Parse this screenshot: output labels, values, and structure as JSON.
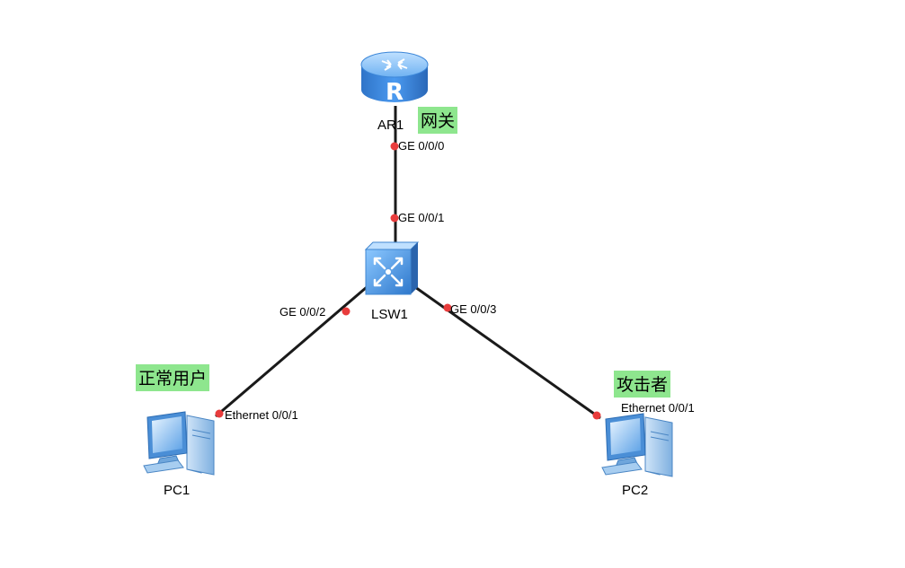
{
  "devices": {
    "router": {
      "label": "AR1",
      "tag": "网关"
    },
    "switch": {
      "label": "LSW1"
    },
    "pc1": {
      "label": "PC1",
      "tag": "正常用户"
    },
    "pc2": {
      "label": "PC2",
      "tag": "攻击者"
    }
  },
  "ports": {
    "ar1_ge000": "GE 0/0/0",
    "lsw1_ge001": "GE 0/0/1",
    "lsw1_ge002": "GE 0/0/2",
    "lsw1_ge003": "GE 0/0/3",
    "pc1_eth001": "Ethernet 0/0/1",
    "pc2_eth001": "Ethernet 0/0/1"
  },
  "colors": {
    "link": "#1a1a1a",
    "port_dot": "#e83c3c",
    "tag_bg": "#8ee68e",
    "device_blue": "#3a8ee0"
  },
  "icons": {
    "router": "router-icon",
    "switch": "switch-icon",
    "pc": "pc-icon"
  }
}
